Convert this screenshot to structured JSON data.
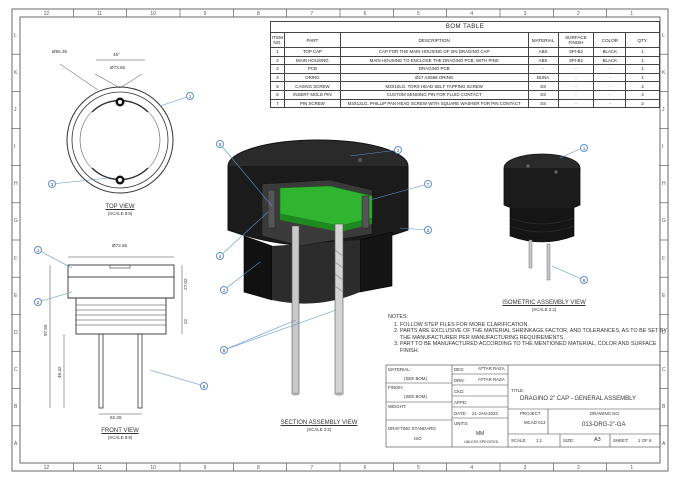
{
  "zones": {
    "columns": [
      "12",
      "11",
      "10",
      "9",
      "8",
      "7",
      "6",
      "5",
      "4",
      "3",
      "2",
      "1"
    ],
    "rows": [
      "L",
      "K",
      "J",
      "I",
      "H",
      "G",
      "F",
      "E",
      "D",
      "C",
      "B",
      "A"
    ]
  },
  "bom": {
    "title": "BOM TABLE",
    "headers": [
      "ITEM NO.",
      "PART",
      "DESCRIPTION",
      "MATERIAL",
      "SURFACE FINISH",
      "COLOR",
      "QTY."
    ],
    "rows": [
      [
        "1",
        "TOP CAP",
        "CAP FOR THE MAIN HOUSING OF 2IN DRAGINO CAP",
        "ABS",
        "SPI-B2",
        "BLACK",
        "1"
      ],
      [
        "2",
        "MAIN HOUSING",
        "MAIN HOUSING TO ENCLOSE THE DRAGINO PCB, WITH PINS",
        "ABS",
        "SPI-B2",
        "BLACK",
        "1"
      ],
      [
        "3",
        "PCB",
        "DRAGINO PCB",
        "-",
        "-",
        "-",
        "1"
      ],
      [
        "4",
        "ORING",
        "Ø17 AS568 ORING",
        "BUNA",
        "-",
        "-",
        "1"
      ],
      [
        "5",
        "CASING SCREW",
        "M3X10LG. TORX HEAD SELF TAPPING SCREW",
        "SS",
        "-",
        "-",
        "2"
      ],
      [
        "6",
        "INSERT MOLD PIN",
        "CUSTOM SENSING PIN FOR FLUID CONTACT",
        "SS",
        "-",
        "-",
        "2"
      ],
      [
        "7",
        "PIN SCREW",
        "M3X12LG. PHILLIP PAN HEAD SCREW WITH SQUARE WASHER FOR PIN CONTACT",
        "SS",
        "-",
        "-",
        "2"
      ]
    ]
  },
  "views": {
    "top": {
      "title": "TOP VIEW",
      "scale": "(SCALE 8:9)"
    },
    "front": {
      "title": "FRONT VIEW",
      "scale": "(SCALE 8:9)"
    },
    "section": {
      "title": "SECTION ASSEMBLY VIEW",
      "scale": "(SCALE 2:2)"
    },
    "isometric": {
      "title": "ISOMETRIC ASSEMBLY VIEW",
      "scale": "(SCALE 2:2)"
    }
  },
  "dimensions": {
    "top_outer": "Ø55.35",
    "top_angle": "45°",
    "top_inner": "Ø73.65",
    "front_diameter": "Ø73.65",
    "front_height": "97.55",
    "front_pin_length": "46.32",
    "front_cap_height": "27.02",
    "front_lower": "22",
    "front_pin_spacing": "62.26"
  },
  "balloons": [
    "1",
    "2",
    "3",
    "4",
    "5",
    "6",
    "7"
  ],
  "notes": {
    "heading": "NOTES:",
    "items": [
      "FOLLOW STEP FILES FOR MORE CLARIFICATION.",
      "PARTS ARE EXCLUSIVE OF THE MATERIAL SHRINKAGE FACTOR, AND TOLERANCES, AS TO BE SET BY THE MANUFACTURER PER MANUFACTURING REQUIREMENTS.",
      "PART TO BE MANUFACTURED ACCORDING TO THE MENTIONED MATERIAL, COLOR AND SURFACE FINISH."
    ]
  },
  "title_block": {
    "material_label": "MATERIAL:",
    "material_value": "(SEE BOM)",
    "finish_label": "FINISH:",
    "finish_value": "(SEE BOM)",
    "weight_label": "WEIGHT:",
    "drafting_label": "DRAFTING STANDARD:",
    "drafting_value": "ISO",
    "des_label": "DES:",
    "des_value": "ATTAR RAZA",
    "drn_label": "DRN:",
    "drn_value": "ATTAR RAZA",
    "ckd_label": "CKD:",
    "appd_label": "APPD:",
    "date_label": "DATE:",
    "date_value": "21-JAN-2023",
    "units_label": "UNITS:",
    "units_value": "MM",
    "units_note": "UNLESS SPECIFIED",
    "title_label": "TITLE:",
    "title_value": "DRAGINO 2\" CAP - GENERAL ASSEMBLY",
    "project_label": "PROJECT",
    "project_value": "MCAD 013",
    "drawing_no_label": "DRAWING NO.",
    "drawing_no_value": "013-DRG-2\"-GA",
    "scale_label": "SCALE:",
    "scale_value": "1:1",
    "size_label": "SIZE:",
    "size_value": "A3",
    "sheet_label": "SHEET:",
    "sheet_value": "1 OF 6"
  },
  "colors": {
    "pcb": "#2fb52f",
    "body": "#1a1a1a",
    "pin": "#c9c9c9",
    "line": "#444444",
    "leader": "#5b8fd6"
  }
}
